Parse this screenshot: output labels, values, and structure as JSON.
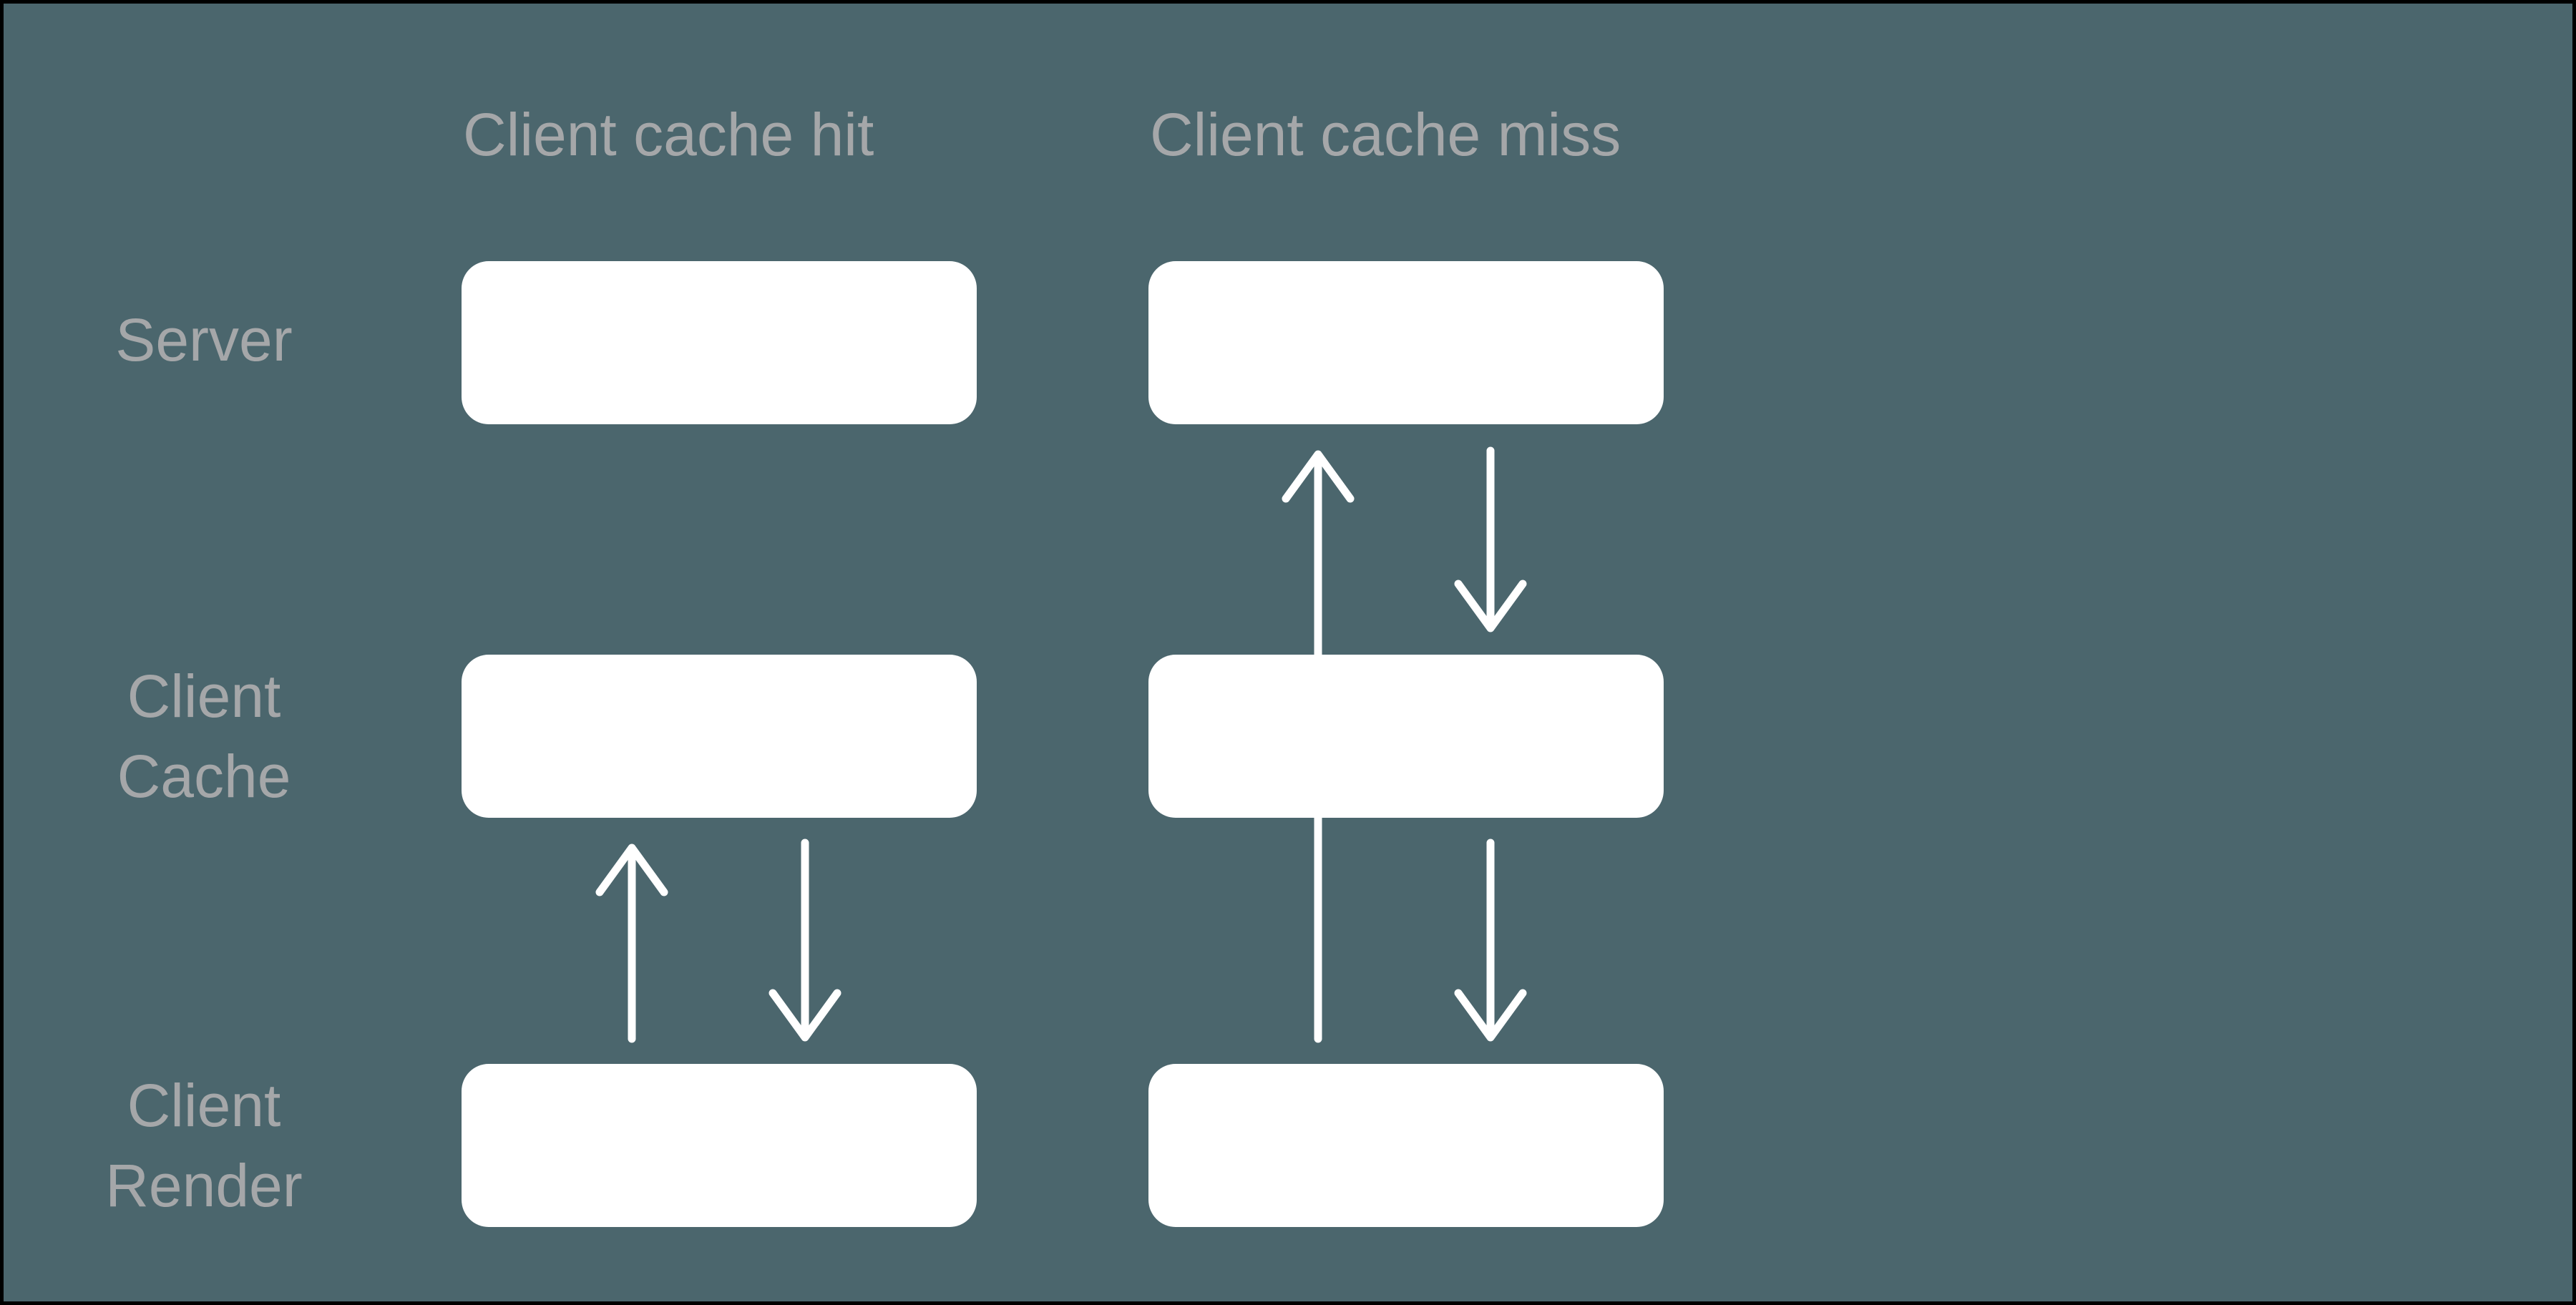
{
  "canvas": {
    "background_color": "#4b666d",
    "border_color": "#000000",
    "box_fill_color": "#ffffff",
    "arrow_color": "#ffffff",
    "label_color": "#a5a7a9"
  },
  "columns": [
    {
      "id": "hit",
      "header": "Client cache hit"
    },
    {
      "id": "miss",
      "header": "Client cache miss"
    }
  ],
  "rows": [
    {
      "id": "server",
      "label": "Server"
    },
    {
      "id": "cache",
      "label": "Client Cache"
    },
    {
      "id": "render",
      "label": "Client Render"
    }
  ],
  "flows": {
    "hit": [
      {
        "from": "Client Render",
        "to": "Client Cache",
        "direction": "up"
      },
      {
        "from": "Client Cache",
        "to": "Client Render",
        "direction": "down"
      }
    ],
    "miss": [
      {
        "from": "Client Render",
        "to": "Server",
        "direction": "up",
        "note": "passes behind Client Cache box"
      },
      {
        "from": "Server",
        "to": "Client Cache",
        "direction": "down"
      },
      {
        "from": "Client Cache",
        "to": "Client Render",
        "direction": "down"
      }
    ]
  }
}
